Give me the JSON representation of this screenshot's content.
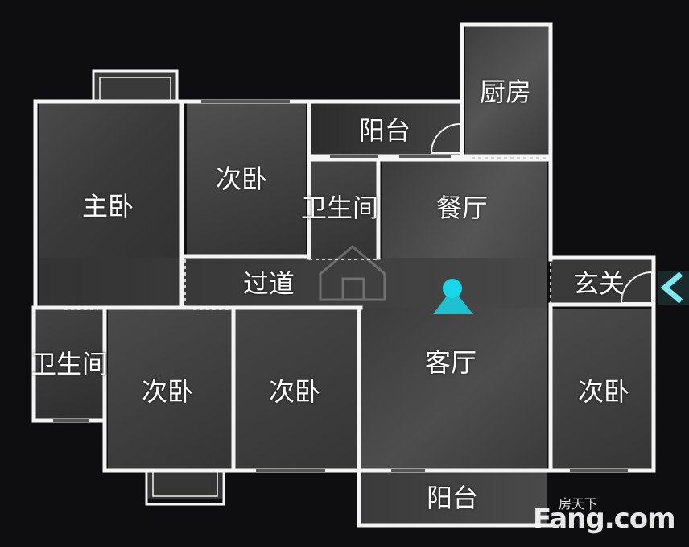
{
  "rooms": {
    "kitchen": "厨房",
    "balcony_top": "阳台",
    "master_bedroom": "主卧",
    "second_bedroom_top": "次卧",
    "bathroom_mid": "卫生间",
    "dining": "餐厅",
    "corridor": "过道",
    "foyer": "玄关",
    "bathroom_left": "卫生间",
    "second_bedroom_1": "次卧",
    "second_bedroom_2": "次卧",
    "living_room": "客厅",
    "second_bedroom_right": "次卧",
    "balcony_bottom": "阳台"
  },
  "watermark": {
    "brand": "房天下",
    "site": "Fang.com"
  },
  "colors": {
    "wall": "#f4f4f4",
    "floor": "#3a3a3a",
    "background": "#0e0e10",
    "marker": "#19d6e8",
    "entrance": "#7ee8f0"
  },
  "icons": {
    "position_marker": "location-cone-icon",
    "entrance": "entrance-arrow-icon"
  }
}
